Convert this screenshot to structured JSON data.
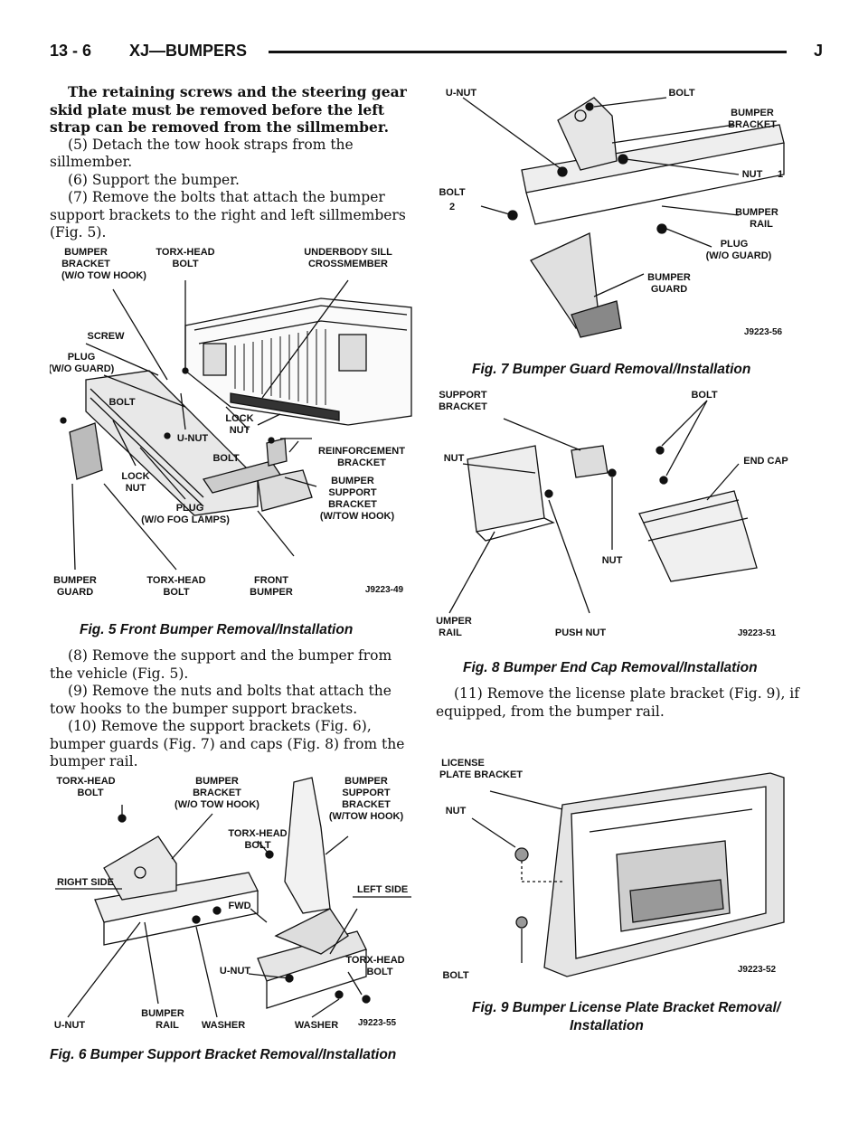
{
  "header": {
    "page_number": "13 - 6",
    "section": "XJ—BUMPERS",
    "letter": "J"
  },
  "left": {
    "warning": "The retaining screws and the steering gear skid plate must be removed before the left strap can be removed from the sillmember.",
    "step5": "(5) Detach the tow hook straps from the sillmember.",
    "step6": "(6) Support the bumper.",
    "step7": "(7) Remove the bolts that attach the bumper support brackets to the right and left sillmembers (Fig. 5).",
    "step8": "(8) Remove the support and the bumper from the vehicle (Fig. 5).",
    "step9": "(9) Remove the nuts and bolts that attach the tow hooks to the bumper support brackets.",
    "step10": "(10) Remove the support brackets (Fig. 6), bumper guards (Fig. 7) and caps (Fig. 8) from the bumper rail."
  },
  "right": {
    "step11": "(11) Remove the license plate bracket (Fig. 9), if equipped, from the bumper rail."
  },
  "fig5": {
    "caption": "Fig. 5 Front Bumper Removal/Installation",
    "code": "J9223-49",
    "labels": [
      "BUMPER",
      "BRACKET",
      "(W/O TOW HOOK)",
      "TORX-HEAD",
      "BOLT",
      "UNDERBODY SILL",
      "CROSSMEMBER",
      "SCREW",
      "PLUG",
      "(W/O GUARD)",
      "BOLT",
      "LOCK",
      "NUT",
      "U-NUT",
      "BOLT",
      "REINFORCEMENT",
      "BRACKET",
      "LOCK",
      "NUT",
      "BUMPER",
      "SUPPORT",
      "BRACKET",
      "(W/TOW HOOK)",
      "PLUG",
      "(W/O FOG LAMPS)",
      "BUMPER",
      "GUARD",
      "TORX-HEAD",
      "BOLT",
      "FRONT",
      "BUMPER"
    ]
  },
  "fig6": {
    "caption": "Fig. 6 Bumper Support Bracket Removal/Installation",
    "code": "J9223-55",
    "labels": [
      "TORX-HEAD",
      "BOLT",
      "BUMPER",
      "BRACKET",
      "(W/O TOW HOOK)",
      "BUMPER",
      "SUPPORT",
      "BRACKET",
      "(W/TOW HOOK)",
      "TORX-HEAD",
      "BOLT",
      "RIGHT SIDE",
      "FWD",
      "LEFT SIDE",
      "TORX-HEAD",
      "BOLT",
      "U-NUT",
      "U-NUT",
      "BUMPER",
      "RAIL",
      "WASHER",
      "WASHER"
    ]
  },
  "fig7": {
    "caption": "Fig. 7 Bumper Guard Removal/Installation",
    "code": "J9223-56",
    "labels": [
      "U-NUT",
      "BOLT",
      "BUMPER",
      "BRACKET",
      "NUT",
      "BOLT",
      "BUMPER",
      "RAIL",
      "PLUG",
      "(W/O GUARD)",
      "BUMPER",
      "GUARD"
    ],
    "callouts": [
      "1",
      "2"
    ]
  },
  "fig8": {
    "caption": "Fig. 8 Bumper End Cap Removal/Installation",
    "code": "J9223-51",
    "labels": [
      "SUPPORT",
      "BRACKET",
      "BOLT",
      "NUT",
      "END CAP",
      "NUT",
      "BUMPER",
      "RAIL",
      "PUSH NUT"
    ]
  },
  "fig9": {
    "caption_line1": "Fig. 9 Bumper License Plate Bracket Removal/",
    "caption_line2": "Installation",
    "code": "J9223-52",
    "labels": [
      "LICENSE",
      "PLATE BRACKET",
      "NUT",
      "BOLT"
    ]
  }
}
